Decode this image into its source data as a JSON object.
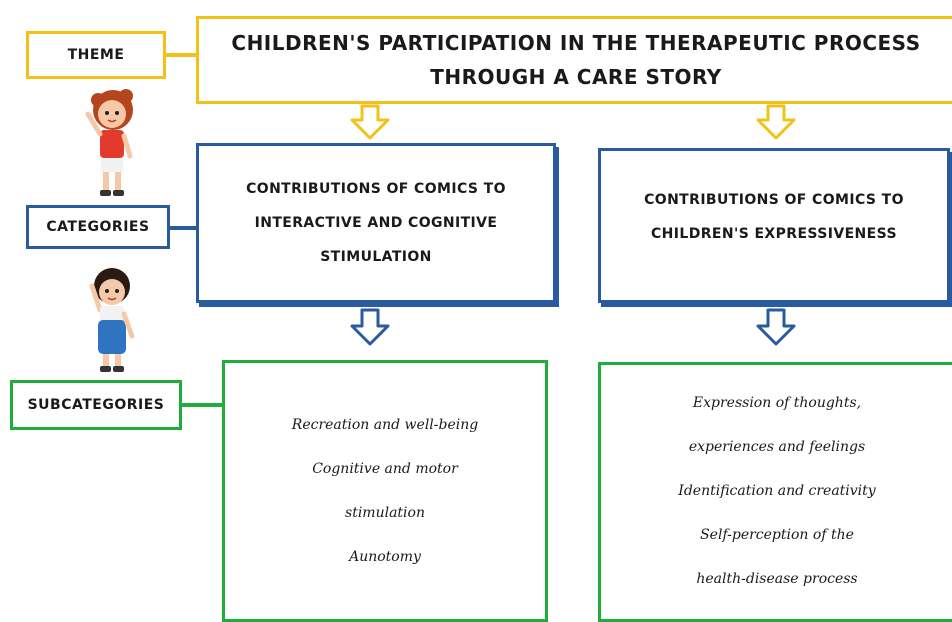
{
  "labels": {
    "theme": "THEME",
    "categories": "CATEGORIES",
    "subcategories": "SUBCATEGORIES"
  },
  "theme": {
    "line1": "CHILDREN'S PARTICIPATION IN THE THERAPEUTIC PROCESS",
    "line2": "THROUGH A CARE STORY"
  },
  "categories": [
    {
      "lines": [
        "CONTRIBUTIONS OF COMICS TO",
        "INTERACTIVE AND COGNITIVE",
        "STIMULATION"
      ]
    },
    {
      "lines": [
        "CONTRIBUTIONS OF COMICS TO",
        "CHILDREN'S EXPRESSIVENESS"
      ]
    }
  ],
  "subcategories": [
    {
      "items": [
        "Recreation and well-being",
        "Cognitive and motor",
        "stimulation",
        "Aunotomy"
      ]
    },
    {
      "items": [
        "Expression of thoughts,",
        "experiences and feelings",
        "Identification and creativity",
        "Self-perception of the",
        "health-disease process"
      ]
    }
  ],
  "colors": {
    "theme": "#f2c21b",
    "categories": "#2a5aa0",
    "subcategories": "#1fae3c"
  },
  "icons": [
    "boy-figure-icon",
    "girl-figure-icon",
    "hollow-down-arrow-icon"
  ]
}
